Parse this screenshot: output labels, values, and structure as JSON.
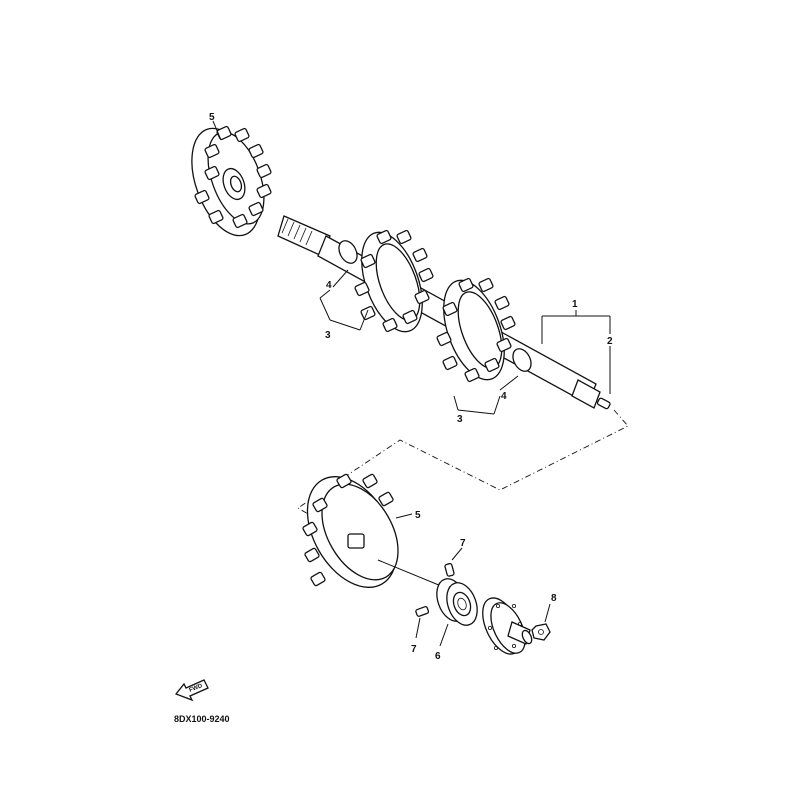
{
  "diagram": {
    "drawing_code": "8DX100-9240",
    "fwd_arrow_label": "FWD",
    "callouts": [
      {
        "id": "c5-top",
        "label": "5"
      },
      {
        "id": "c1",
        "label": "1"
      },
      {
        "id": "c2",
        "label": "2"
      },
      {
        "id": "c4-left",
        "label": "4"
      },
      {
        "id": "c3-left",
        "label": "3"
      },
      {
        "id": "c4-right",
        "label": "4"
      },
      {
        "id": "c3-right",
        "label": "3"
      },
      {
        "id": "c5-bottom",
        "label": "5"
      },
      {
        "id": "c7-top",
        "label": "7"
      },
      {
        "id": "c7-bottom",
        "label": "7"
      },
      {
        "id": "c6",
        "label": "6"
      },
      {
        "id": "c8",
        "label": "8"
      }
    ]
  }
}
